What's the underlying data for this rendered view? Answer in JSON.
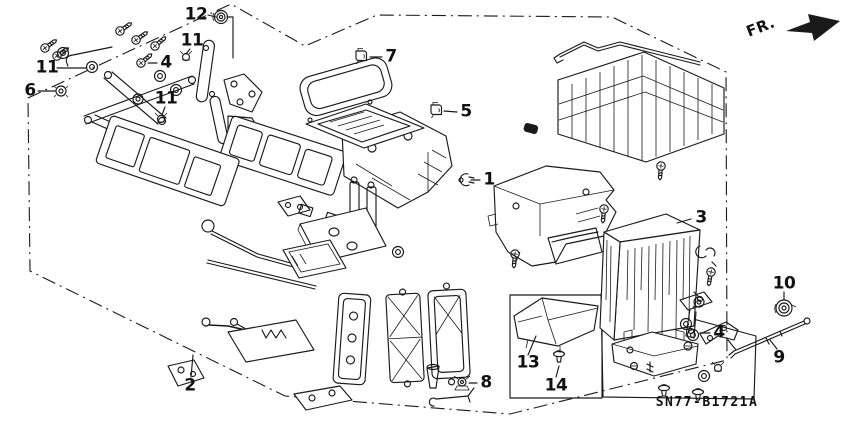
{
  "diagram": {
    "code": "SN77-B1721A",
    "direction_label": "FR.",
    "background_color": "#ffffff",
    "line_color": "#1a1a1a",
    "description": "Exploded parts diagram of a heater unit"
  },
  "callouts": [
    {
      "number": "1"
    },
    {
      "number": "2"
    },
    {
      "number": "3"
    },
    {
      "number": "4"
    },
    {
      "number": "4"
    },
    {
      "number": "5"
    },
    {
      "number": "6"
    },
    {
      "number": "7"
    },
    {
      "number": "8"
    },
    {
      "number": "9"
    },
    {
      "number": "10"
    },
    {
      "number": "11"
    },
    {
      "number": "11"
    },
    {
      "number": "11"
    },
    {
      "number": "12"
    },
    {
      "number": "13"
    },
    {
      "number": "14"
    }
  ]
}
